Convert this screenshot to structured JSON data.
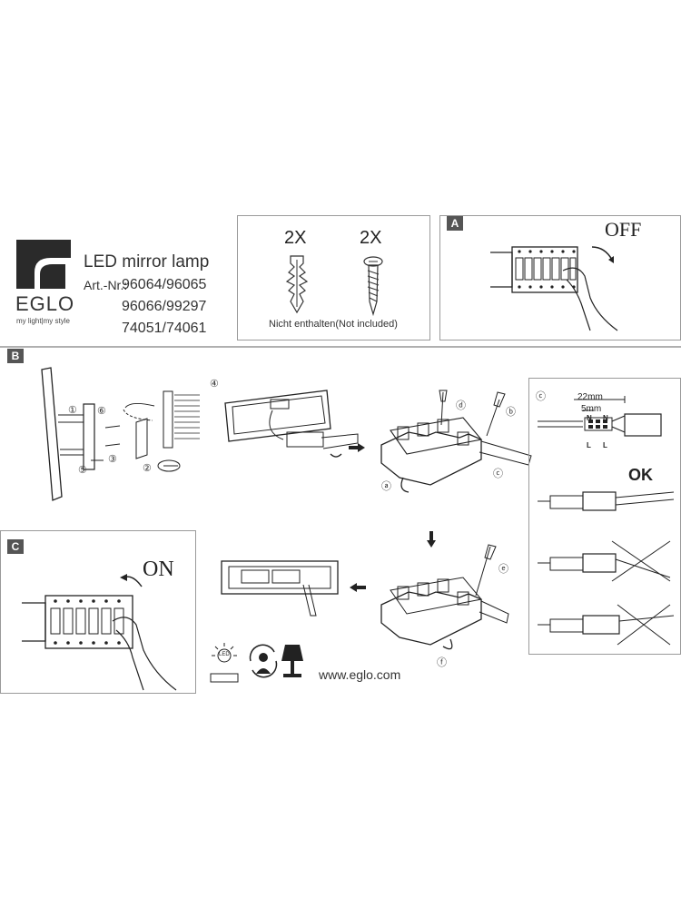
{
  "header": {
    "brand": "EGLO",
    "tagline": "my light|my style",
    "product": "LED mirror lamp",
    "art_label": "Art.-Nr.:",
    "art_line1": "96064/96065",
    "art_line2": "96066/99297",
    "art_line3": "74051/74061"
  },
  "parts": {
    "count_left": "2X",
    "count_right": "2X",
    "note": "Nicht enthalten(Not included)"
  },
  "sections": {
    "a": "A",
    "b": "B",
    "c": "C"
  },
  "panel_a": {
    "switch_text": "OFF"
  },
  "panel_c": {
    "switch_text": "ON"
  },
  "steps": {
    "s1": "①",
    "s2": "②",
    "s3": "③",
    "s4": "④",
    "s5": "⑤",
    "s6": "⑥",
    "sa": "ⓐ",
    "sb": "ⓑ",
    "sc": "ⓒ",
    "sd": "ⓓ",
    "se": "ⓔ",
    "sf": "ⓕ"
  },
  "wiring": {
    "step": "ⓒ",
    "dim1": "22mm",
    "dim2": "5mm",
    "n1": "N",
    "n2": "N",
    "l1": "L",
    "l2": "L",
    "ok": "OK"
  },
  "footer": {
    "url": "www.eglo.com",
    "led_label": "LED"
  },
  "colors": {
    "line": "#222222",
    "panel_border": "#9a9a9a",
    "tag_bg": "#555555",
    "divider": "#b0b0b0"
  }
}
